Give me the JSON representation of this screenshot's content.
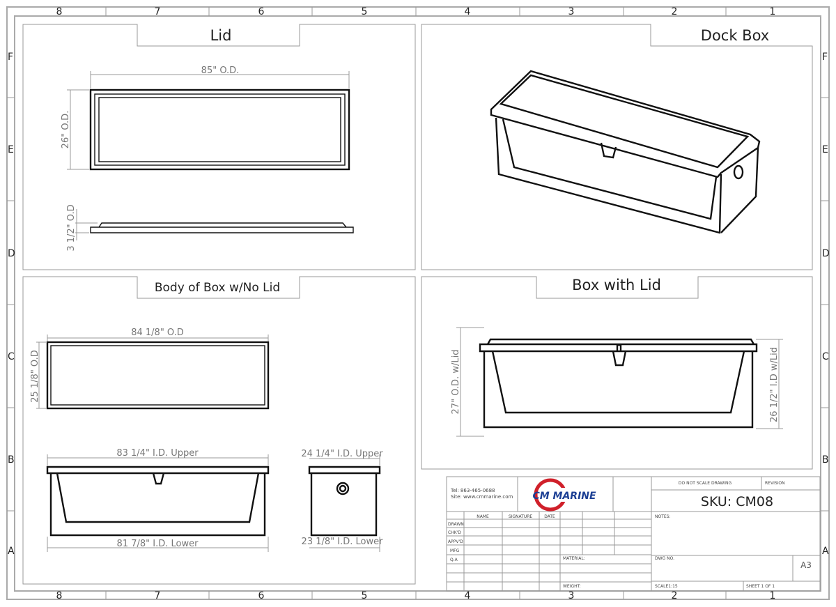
{
  "zones": {
    "columns": [
      "8",
      "7",
      "6",
      "5",
      "4",
      "3",
      "2",
      "1"
    ],
    "rows": [
      "F",
      "E",
      "D",
      "C",
      "B",
      "A"
    ]
  },
  "views": {
    "lid": {
      "title": "Lid",
      "width_dim": "85\" O.D.",
      "depth_dim": "26\" O.D.",
      "height_dim": "3 1/2\" O.D"
    },
    "dock_box": {
      "title": "Dock Box"
    },
    "body": {
      "title": "Body of Box w/No Lid",
      "width_dim": "84 1/8\" O.D",
      "depth_dim": "25 1/8\" O.D",
      "upper_dim": "83 1/4\" I.D. Upper",
      "lower_dim": "81 7/8\" I.D. Lower",
      "side_upper_dim": "24 1/4\" I.D. Upper",
      "side_lower_dim": "23 1/8\" I.D. Lower"
    },
    "box_with_lid": {
      "title": "Box with Lid",
      "od_dim": "27\" O.D. w/Lid",
      "id_dim": "26 1/2\" I.D w/Lid"
    }
  },
  "title_block": {
    "tel": "Tel: 863-465-0688",
    "site": "Site: www.cmmarine.com",
    "logo_text": "CM MARINE",
    "do_not_scale": "DO NOT SCALE DRAWING",
    "revision": "REVISION",
    "sku": "SKU: CM08",
    "headers": [
      "NAME",
      "SIGNATURE",
      "DATE"
    ],
    "rows": [
      "DRAWN",
      "CHK'D",
      "APPV'D",
      "MFG",
      "Q.A"
    ],
    "notes": "NOTES:",
    "material": "MATERIAL:",
    "weight": "WEIGHT:",
    "dwg_no": "DWG NO.",
    "size": "A3",
    "scale": "SCALE1:15",
    "sheet": "SHEET 1 OF 1"
  },
  "colors": {
    "logo_red": "#d0202a",
    "logo_blue": "#1c3f94"
  }
}
